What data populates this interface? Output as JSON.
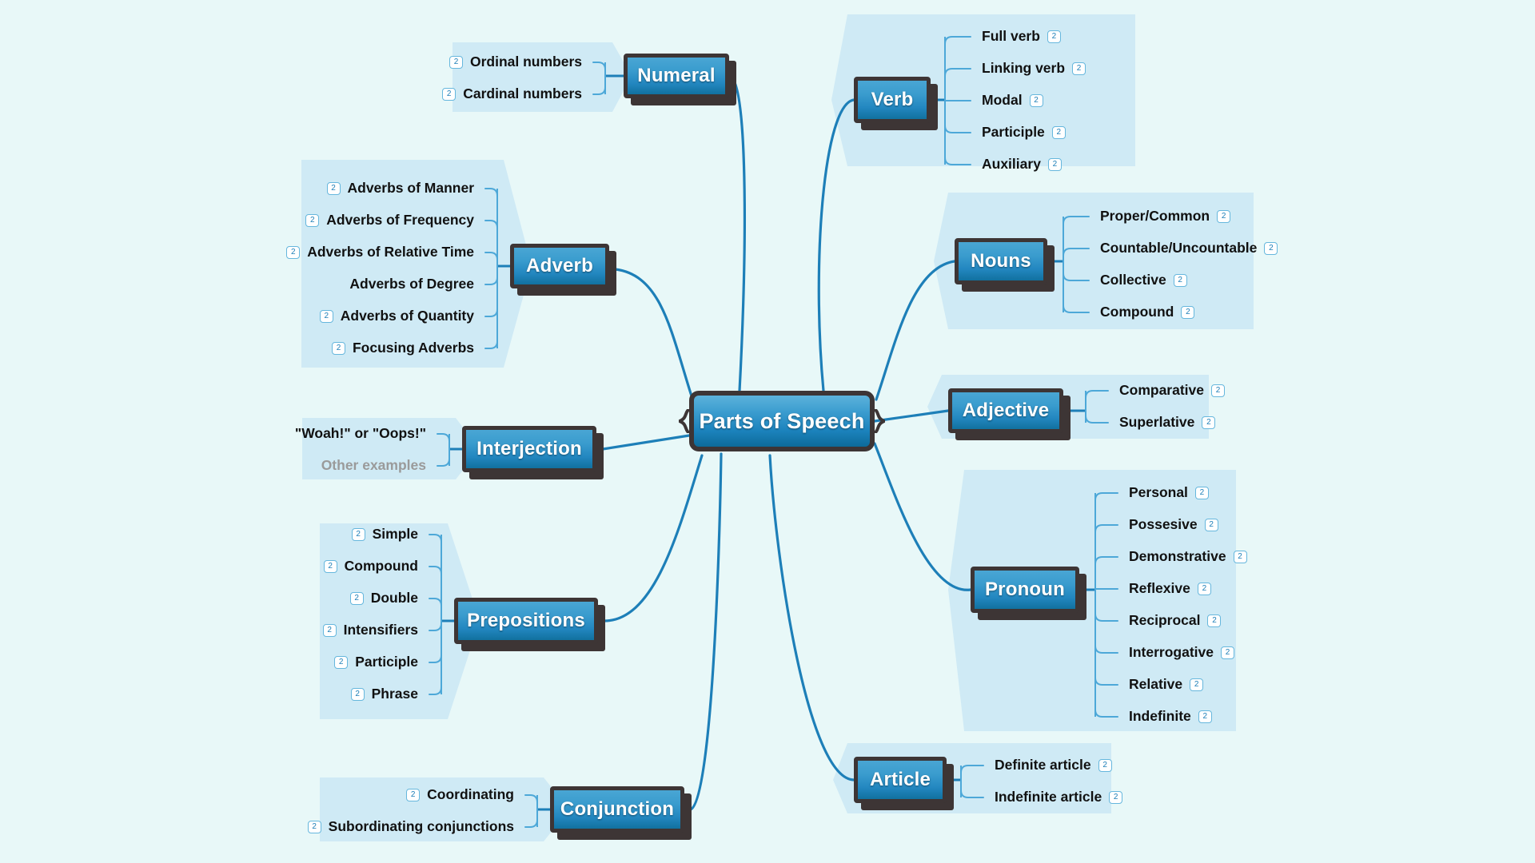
{
  "meta": {
    "background_color": "#e8f8f8",
    "branch_fill_color": "#cfeaf5",
    "node_border_color": "#3d3535",
    "node_fill_top": "#49a6d4",
    "node_fill_bottom": "#11719f",
    "main_connector_color": "#1d7fb8",
    "sub_connector_color": "#4da8d8",
    "badge_text": "2"
  },
  "central": {
    "label": "Parts of Speech"
  },
  "branches": [
    {
      "id": "numeral",
      "label": "Numeral",
      "side": "left",
      "children": [
        {
          "label": "Ordinal numbers",
          "badge": "2"
        },
        {
          "label": "Cardinal numbers",
          "badge": "2"
        }
      ]
    },
    {
      "id": "adverb",
      "label": "Adverb",
      "side": "left",
      "children": [
        {
          "label": "Adverbs of Manner",
          "badge": "2"
        },
        {
          "label": "Adverbs of Frequency",
          "badge": "2"
        },
        {
          "label": "Adverbs of Relative Time",
          "badge": "2"
        },
        {
          "label": "Adverbs of Degree",
          "badge": null
        },
        {
          "label": "Adverbs of Quantity",
          "badge": "2"
        },
        {
          "label": "Focusing Adverbs",
          "badge": "2"
        }
      ]
    },
    {
      "id": "interjection",
      "label": "Interjection",
      "side": "left",
      "children": [
        {
          "label": "\"Woah!\" or \"Oops!\"",
          "badge": null
        },
        {
          "label": "Other examples",
          "badge": null,
          "muted": true
        }
      ]
    },
    {
      "id": "prepositions",
      "label": "Prepositions",
      "side": "left",
      "children": [
        {
          "label": "Simple",
          "badge": "2"
        },
        {
          "label": "Compound",
          "badge": "2"
        },
        {
          "label": "Double",
          "badge": "2"
        },
        {
          "label": "Intensifiers",
          "badge": "2"
        },
        {
          "label": "Participle",
          "badge": "2"
        },
        {
          "label": "Phrase",
          "badge": "2"
        }
      ]
    },
    {
      "id": "conjunction",
      "label": "Conjunction",
      "side": "left",
      "children": [
        {
          "label": "Coordinating",
          "badge": "2"
        },
        {
          "label": "Subordinating conjunctions",
          "badge": "2"
        }
      ]
    },
    {
      "id": "verb",
      "label": "Verb",
      "side": "right",
      "children": [
        {
          "label": "Full verb",
          "badge": "2"
        },
        {
          "label": "Linking verb",
          "badge": "2"
        },
        {
          "label": "Modal",
          "badge": "2"
        },
        {
          "label": "Participle",
          "badge": "2"
        },
        {
          "label": "Auxiliary",
          "badge": "2"
        }
      ]
    },
    {
      "id": "nouns",
      "label": "Nouns",
      "side": "right",
      "children": [
        {
          "label": "Proper/Common",
          "badge": "2"
        },
        {
          "label": "Countable/Uncountable",
          "badge": "2"
        },
        {
          "label": "Collective",
          "badge": "2"
        },
        {
          "label": "Compound",
          "badge": "2"
        }
      ]
    },
    {
      "id": "adjective",
      "label": "Adjective",
      "side": "right",
      "children": [
        {
          "label": "Comparative",
          "badge": "2"
        },
        {
          "label": "Superlative",
          "badge": "2"
        }
      ]
    },
    {
      "id": "pronoun",
      "label": "Pronoun",
      "side": "right",
      "children": [
        {
          "label": "Personal",
          "badge": "2"
        },
        {
          "label": "Possesive",
          "badge": "2"
        },
        {
          "label": "Demonstrative",
          "badge": "2"
        },
        {
          "label": "Reflexive",
          "badge": "2"
        },
        {
          "label": "Reciprocal",
          "badge": "2"
        },
        {
          "label": "Interrogative",
          "badge": "2"
        },
        {
          "label": "Relative",
          "badge": "2"
        },
        {
          "label": "Indefinite",
          "badge": "2"
        }
      ]
    },
    {
      "id": "article",
      "label": "Article",
      "side": "right",
      "children": [
        {
          "label": "Definite article",
          "badge": "2"
        },
        {
          "label": "Indefinite article",
          "badge": "2"
        }
      ]
    }
  ]
}
